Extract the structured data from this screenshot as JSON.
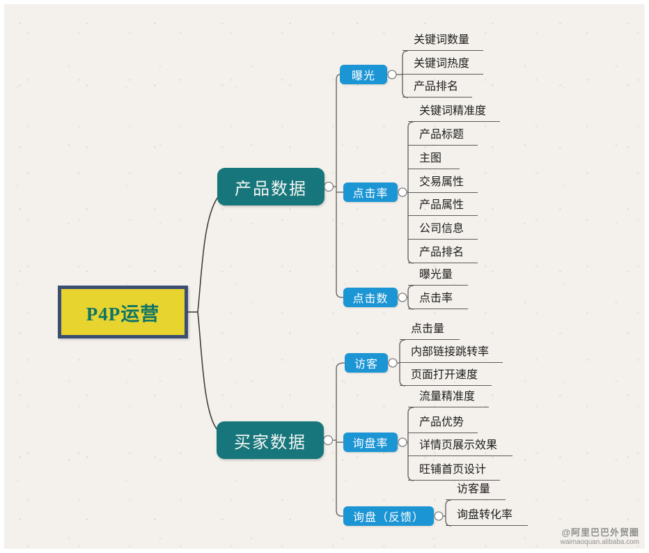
{
  "diagram": {
    "type": "mindmap",
    "title": "P4P运营"
  },
  "root": {
    "label": "P4P运营"
  },
  "branches": [
    {
      "label": "产品数据",
      "children": [
        {
          "label": "曝光",
          "leaves": [
            "关键词数量",
            "关键词热度",
            "产品排名"
          ]
        },
        {
          "label": "点击率",
          "leaves": [
            "关键词精准度",
            "产品标题",
            "主图",
            "交易属性",
            "产品属性",
            "公司信息",
            "产品排名"
          ]
        },
        {
          "label": "点击数",
          "leaves": [
            "曝光量",
            "点击率"
          ]
        }
      ]
    },
    {
      "label": "买家数据",
      "children": [
        {
          "label": "访客",
          "leaves": [
            "点击量",
            "内部链接跳转率",
            "页面打开速度"
          ]
        },
        {
          "label": "询盘率",
          "leaves": [
            "流量精准度",
            "产品优势",
            "详情页展示效果",
            "旺铺首页设计"
          ]
        },
        {
          "label": "询盘（反馈）",
          "leaves": [
            "访客量",
            "询盘转化率"
          ]
        }
      ]
    }
  ],
  "watermark": {
    "line1": "@阿里巴巴外贸圈",
    "line2": "waimaoquan.alibaba.com"
  },
  "colors": {
    "background": "#f4f1ec",
    "root_fill": "#e8d42f",
    "root_border": "#3b4d72",
    "root_text": "#0e7467",
    "branch_fill": "#17767b",
    "sub_fill": "#1c95d4",
    "line": "#3f3f3f"
  }
}
